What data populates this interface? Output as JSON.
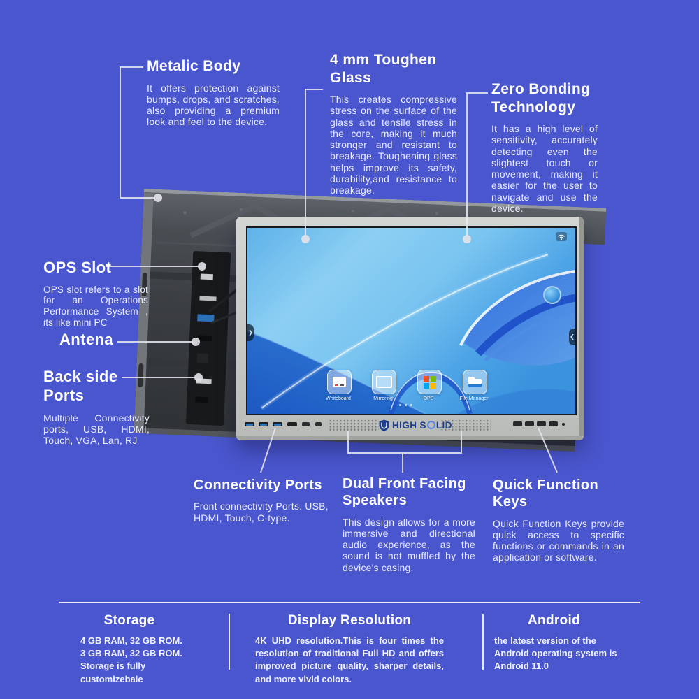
{
  "colors": {
    "background": "#4a56ce",
    "heading_text": "#ffffff",
    "body_text": "#e9ecff",
    "connector_line": "#e6e7f0",
    "bezel_gray": "#c6c8c5",
    "back_panel_gray": "#3b3e42",
    "logo_navy": "#1d3e8c",
    "screen_blue": "#4aa3e8"
  },
  "callouts": {
    "metalic_body": {
      "title": "Metalic Body",
      "body": "It offers protection against bumps, drops, and scratches, also providing a premium look and feel to the device."
    },
    "toughen_glass": {
      "title": "4 mm Toughen Glass",
      "body": "This creates compressive stress on the surface of the glass and tensile stress in the core, making it much stronger and resistant to breakage. Toughening glass helps improve its safety, durability,and resistance to breakage."
    },
    "zero_bonding": {
      "title": "Zero Bonding Technology",
      "body": "It has a high level of sensitivity, accurately detecting even the slightest touch or movement, making it easier for the user to navigate and use the device."
    },
    "ops_slot": {
      "title": "OPS Slot",
      "body": "OPS slot refers to a slot for an Operations Performance System , its like mini PC"
    },
    "antena": {
      "title": "Antena"
    },
    "back_side_ports": {
      "title": "Back side Ports",
      "body": "Multiple Connectivity ports, USB, HDMI, Touch, VGA, Lan, RJ"
    },
    "connectivity_ports": {
      "title": "Connectivity Ports",
      "body": "Front connectivity Ports. USB, HDMI, Touch, C-type."
    },
    "dual_speakers": {
      "title": "Dual Front Facing Speakers",
      "body": "This design allows for a more immersive and directional audio experience, as the sound is not muffled by the device's casing."
    },
    "quick_function_keys": {
      "title": "Quick Function Keys",
      "body": "Quick Function Keys provide quick access to specific functions or commands in an application or software."
    }
  },
  "specs": {
    "storage": {
      "title": "Storage",
      "lines": [
        "4 GB RAM, 32 GB ROM.",
        "3 GB RAM, 32 GB ROM.",
        "Storage is fully customizebale"
      ]
    },
    "display_resolution": {
      "title": "Display Resolution",
      "body": "4K UHD resolution.This is four times the resolution of traditional Full HD and offers improved picture quality, sharper details, and more vivid colors."
    },
    "android": {
      "title": "Android",
      "body": "the latest version of the Android operating system is Android 11.0"
    }
  },
  "device": {
    "brand_prefix": "HIGH S",
    "brand_suffix": "LID",
    "dock": [
      {
        "label": "Whiteboard"
      },
      {
        "label": "Mirroring"
      },
      {
        "label": "OPS"
      },
      {
        "label": "File Manager"
      }
    ]
  }
}
